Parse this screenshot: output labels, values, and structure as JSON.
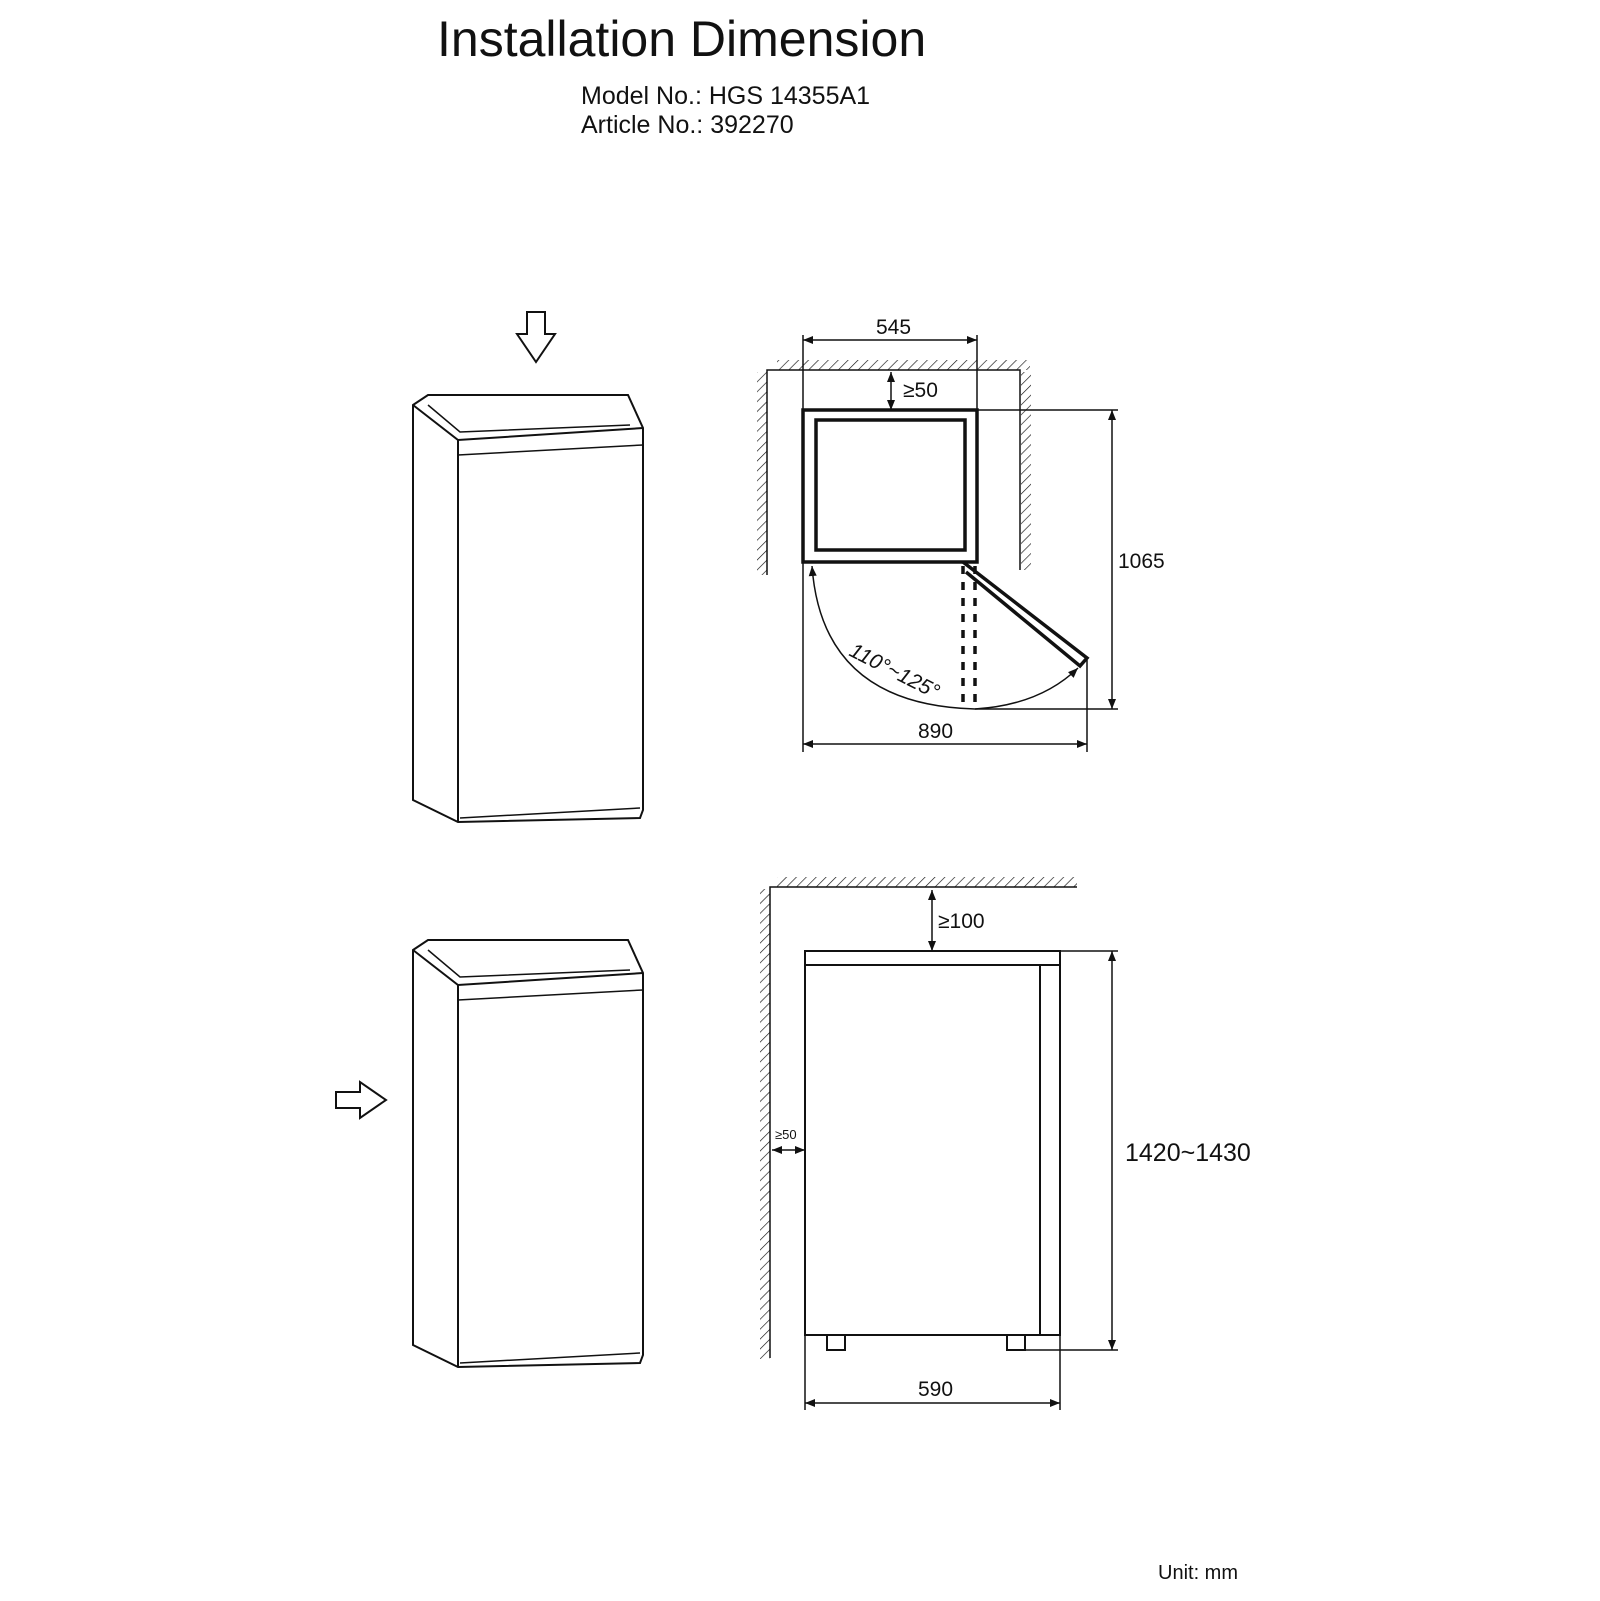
{
  "header": {
    "title": "Installation Dimension",
    "model": "Model No.: HGS 14355A1",
    "article": "Article No.: 392270"
  },
  "top_view": {
    "width_label": "545",
    "back_clearance_label": "≥50",
    "depth_open_label": "1065",
    "width_open_label": "890",
    "door_angle_label": "110°~125°"
  },
  "side_view": {
    "top_clearance_label": "≥100",
    "side_clearance_label": "≥50",
    "height_label": "1420~1430",
    "width_label": "590"
  },
  "footer": {
    "unit": "Unit: mm"
  },
  "colors": {
    "line": "#111111",
    "background": "#ffffff"
  }
}
